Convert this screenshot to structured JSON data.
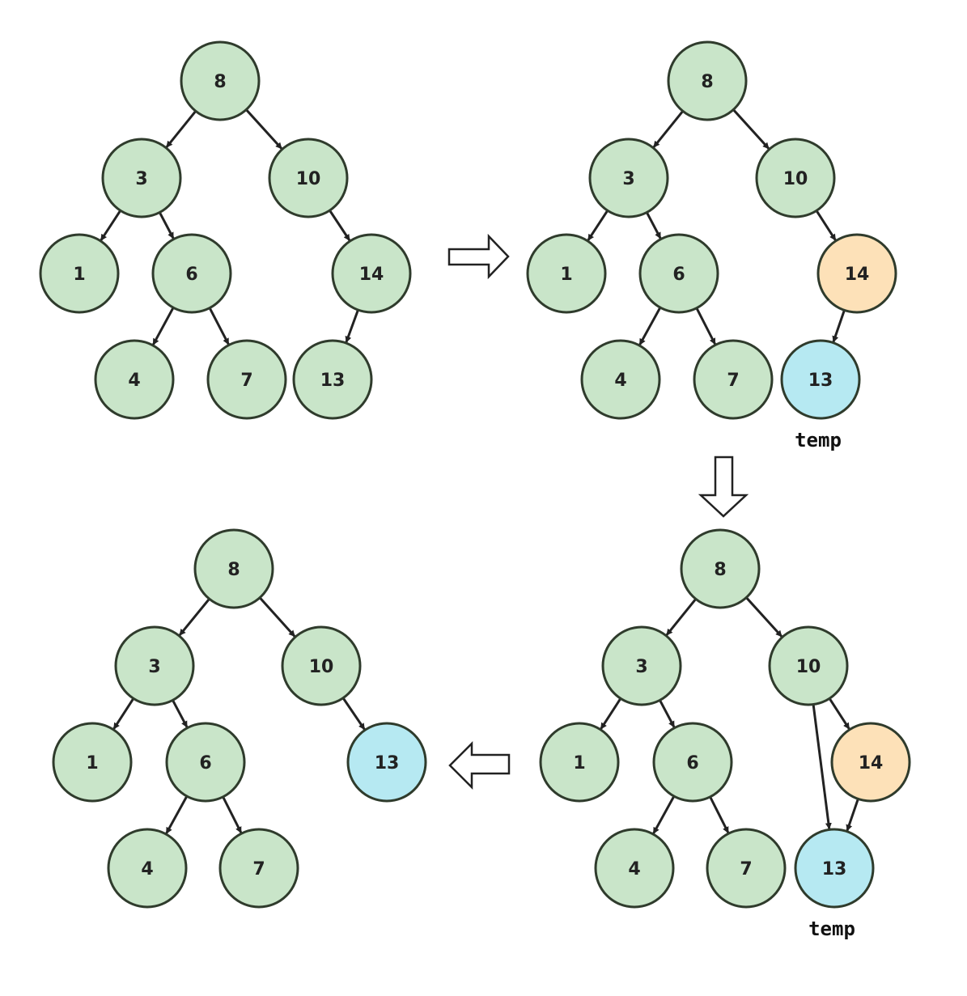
{
  "colors": {
    "default": "#c9e5c9",
    "parent": "#fde1b8",
    "temp": "#b6e9f2",
    "stroke": "#2f3b2c"
  },
  "trees": [
    {
      "id": "step-1",
      "nodes": [
        {
          "id": "n8",
          "label": "8",
          "color": "default"
        },
        {
          "id": "n3",
          "label": "3",
          "color": "default"
        },
        {
          "id": "n10",
          "label": "10",
          "color": "default"
        },
        {
          "id": "n1",
          "label": "1",
          "color": "default"
        },
        {
          "id": "n6",
          "label": "6",
          "color": "default"
        },
        {
          "id": "n14",
          "label": "14",
          "color": "default"
        },
        {
          "id": "n4",
          "label": "4",
          "color": "default"
        },
        {
          "id": "n7",
          "label": "7",
          "color": "default"
        },
        {
          "id": "n13",
          "label": "13",
          "color": "default"
        }
      ],
      "edges": [
        [
          "n8",
          "n3"
        ],
        [
          "n8",
          "n10"
        ],
        [
          "n3",
          "n1"
        ],
        [
          "n3",
          "n6"
        ],
        [
          "n10",
          "n14"
        ],
        [
          "n6",
          "n4"
        ],
        [
          "n6",
          "n7"
        ],
        [
          "n14",
          "n13"
        ]
      ]
    },
    {
      "id": "step-2",
      "nodes": [
        {
          "id": "n8",
          "label": "8",
          "color": "default"
        },
        {
          "id": "n3",
          "label": "3",
          "color": "default"
        },
        {
          "id": "n10",
          "label": "10",
          "color": "default"
        },
        {
          "id": "n1",
          "label": "1",
          "color": "default"
        },
        {
          "id": "n6",
          "label": "6",
          "color": "default"
        },
        {
          "id": "n14",
          "label": "14",
          "color": "parent"
        },
        {
          "id": "n4",
          "label": "4",
          "color": "default"
        },
        {
          "id": "n7",
          "label": "7",
          "color": "default"
        },
        {
          "id": "n13",
          "label": "13",
          "color": "temp",
          "tag": "temp"
        }
      ],
      "edges": [
        [
          "n8",
          "n3"
        ],
        [
          "n8",
          "n10"
        ],
        [
          "n3",
          "n1"
        ],
        [
          "n3",
          "n6"
        ],
        [
          "n10",
          "n14"
        ],
        [
          "n6",
          "n4"
        ],
        [
          "n6",
          "n7"
        ],
        [
          "n14",
          "n13"
        ]
      ]
    },
    {
      "id": "step-3",
      "nodes": [
        {
          "id": "n8",
          "label": "8",
          "color": "default"
        },
        {
          "id": "n3",
          "label": "3",
          "color": "default"
        },
        {
          "id": "n10",
          "label": "10",
          "color": "default"
        },
        {
          "id": "n1",
          "label": "1",
          "color": "default"
        },
        {
          "id": "n6",
          "label": "6",
          "color": "default"
        },
        {
          "id": "n14",
          "label": "14",
          "color": "parent"
        },
        {
          "id": "n4",
          "label": "4",
          "color": "default"
        },
        {
          "id": "n7",
          "label": "7",
          "color": "default"
        },
        {
          "id": "n13",
          "label": "13",
          "color": "temp",
          "tag": "temp"
        }
      ],
      "edges": [
        [
          "n8",
          "n3"
        ],
        [
          "n8",
          "n10"
        ],
        [
          "n3",
          "n1"
        ],
        [
          "n3",
          "n6"
        ],
        [
          "n10",
          "n14"
        ],
        [
          "n10",
          "n13"
        ],
        [
          "n6",
          "n4"
        ],
        [
          "n6",
          "n7"
        ],
        [
          "n14",
          "n13"
        ]
      ]
    },
    {
      "id": "step-4",
      "nodes": [
        {
          "id": "n8",
          "label": "8",
          "color": "default"
        },
        {
          "id": "n3",
          "label": "3",
          "color": "default"
        },
        {
          "id": "n10",
          "label": "10",
          "color": "default"
        },
        {
          "id": "n1",
          "label": "1",
          "color": "default"
        },
        {
          "id": "n6",
          "label": "6",
          "color": "default"
        },
        {
          "id": "n13",
          "label": "13",
          "color": "temp"
        },
        {
          "id": "n4",
          "label": "4",
          "color": "default"
        },
        {
          "id": "n7",
          "label": "7",
          "color": "default"
        }
      ],
      "edges": [
        [
          "n8",
          "n3"
        ],
        [
          "n8",
          "n10"
        ],
        [
          "n3",
          "n1"
        ],
        [
          "n3",
          "n6"
        ],
        [
          "n10",
          "n13"
        ],
        [
          "n6",
          "n4"
        ],
        [
          "n6",
          "n7"
        ]
      ]
    }
  ],
  "transitions": [
    {
      "from": "step-1",
      "to": "step-2",
      "direction": "right"
    },
    {
      "from": "step-2",
      "to": "step-3",
      "direction": "down"
    },
    {
      "from": "step-3",
      "to": "step-4",
      "direction": "left"
    }
  ]
}
